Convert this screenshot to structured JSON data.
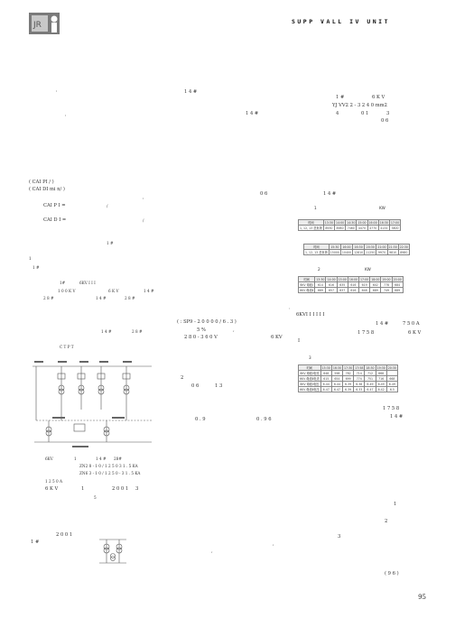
{
  "header": {
    "journal_code": "SUPP   VALL   IV   UNIT",
    "page_number": "95"
  },
  "left": {
    "l1": ":",
    "l2": ":",
    "f1": "( CAI PI      /   )",
    "f2": "( CAI DI     mi n/     )",
    "f3": ":",
    "f4": "CAI P I =",
    "f5": "/",
    "f6": "CAI D I =",
    "f7": "/",
    "p1": "1 #",
    "p2": "1",
    "p3": "1 #",
    "p4a": "1#",
    "p4b": "6KV      I    I I",
    "p5a": "1 0 0 K V",
    "p5b": "6 K V",
    "p5c": "1 4 #",
    "p6a": "2 8 #",
    "p6b": "1 4 #",
    "p6c": "2 8 #",
    "p7a": "1 4 #",
    "p7b": "2 8 #",
    "p8": "C T    P T",
    "c1a": "6KV",
    "c1b": "1",
    "c1c": "1 4 #",
    "c1d": "28#",
    "c2": "ZN2 8 - 1 0 / 1 2 5 0     3 1 . 5 KA",
    "c3": "ZN6 3 -    1 0 / 1 2 5 0 - 3 1 . 5 KA",
    "c4": "1 2 5 0 A",
    "c5a": "6 K V",
    "c5b": "1",
    "c5c": "2 0 0 1",
    "c5d": "3",
    "c6": "5",
    "c7": "2 0 0 1",
    "c8": "1  #"
  },
  "right": {
    "r1": "1 4 #",
    "r2a": "1 #",
    "r2b": "6   K V",
    "r3": "YJ VV2 2 -  3      2 4 0 mm2",
    "r4a": "1 4 #",
    "r4b": "4",
    "r4c": "0 1",
    "r4d": "3",
    "r5": "0 6",
    "r6a": "0 6",
    "r6b": "1 4 #",
    "cap1a": "1",
    "cap1b": "KW",
    "cap2a": "2",
    "cap2b": "KW",
    "dot": ",",
    "r7": "6KVI      I I        I I I",
    "r8a": "1 4 #",
    "r8b": "7 5 0 A",
    "r9a": "(     : SP9 - 2 0 0 0 0 / 6 . 3 )",
    "r9b": "1 7     5 8",
    "r9c": "6 K V",
    "r10": "5 %",
    "r10b": ",",
    "r11a": "2 8 0 - 3 6 0 V",
    "r11b": "6 KV",
    "r12": "I",
    "r13": "2",
    "r14a": "0 6",
    "r14b": "1     3",
    "cap3": "3",
    "r15a": "0 . 9",
    "r15b": "0 .  9 6",
    "r16": "1 7     5 8",
    "r17": "1 4 #",
    "r18": "1",
    "r19": "2",
    "r20": "3",
    "r21": ",",
    "r22": "(      9 6    )"
  },
  "tables": {
    "t1": {
      "rows": [
        [
          "时间",
          "13:30",
          "14:00",
          "14:30",
          "15:00",
          "16:00",
          "16:30",
          "17:00"
        ],
        [
          "1, 12, 13 总负荷",
          "8930",
          "8980",
          "7460",
          "4470",
          "4770",
          "4134",
          "3800"
        ]
      ]
    },
    "t2": {
      "rows": [
        [
          "时间",
          "15:30",
          "16:00",
          "16:30",
          "20:30",
          "21:00",
          "21:30",
          "22:30"
        ],
        [
          "1, 12, 13 总负荷",
          "15000",
          "10400",
          "12810",
          "11250",
          "9970",
          "9810",
          "8980"
        ]
      ]
    },
    "t3": {
      "rows": [
        [
          "时间",
          "13:30",
          "14:00",
          "15:00",
          "16:00",
          "17:00",
          "18:00",
          "19:00",
          "20:00"
        ],
        [
          "6KV 母线Ⅰ",
          "614",
          "616",
          "635",
          "616",
          "619",
          "602",
          "778",
          "684"
        ],
        [
          "6KV 母线Ⅱ",
          "669",
          "657",
          "637",
          "616",
          "648",
          "689",
          "749",
          "689"
        ]
      ]
    },
    "t4": {
      "rows": [
        [
          "时间",
          "15:30",
          "16:30",
          "17:30",
          "17:58",
          "18:30",
          "19:30",
          "20:30"
        ],
        [
          "6KV 母线Ⅰ电流",
          "648",
          "598",
          "782",
          "714",
          "712",
          "668"
        ],
        [
          "6KV 母线Ⅱ电流",
          "615",
          "654",
          "699",
          "774",
          "751",
          "716",
          "668"
        ],
        [
          "6KV 母线Ⅰ电压",
          "6.44",
          "6.44",
          "6.39",
          "6.38",
          "6.49",
          "6.49",
          "6.49"
        ],
        [
          "6KV 母线Ⅱ电压",
          "6.47",
          "6.47",
          "6.39",
          "6.33",
          "6.47",
          "6.42",
          "6.5"
        ]
      ]
    }
  }
}
